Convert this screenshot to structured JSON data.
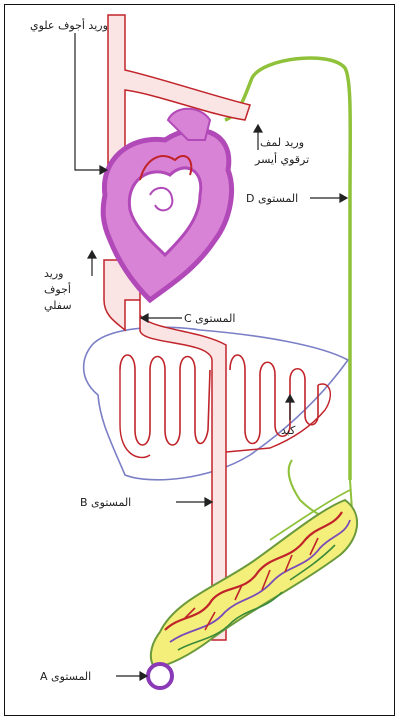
{
  "labels": {
    "svc": "وريد أجوف علوي",
    "subclavian_1": "وريد لمف",
    "subclavian_2": "ترقوي أيسر",
    "level_d": "المستوى D",
    "ivc_1": "وريد",
    "ivc_2": "أجوف",
    "ivc_3": "سفلي",
    "level_c": "المستوى C",
    "liver": "كبد",
    "level_b": "المستوى B",
    "level_a": "المستوى A"
  },
  "colors": {
    "frame": "#111111",
    "vein": "#c0242a",
    "vein_fill": "#fbe4e4",
    "lymph": "#8fc23a",
    "heart_outer": "#b14ab8",
    "heart_inner": "#d983d6",
    "liver_outline": "#7a7fc6",
    "intestine_fill": "#f3ef7a",
    "intestine_edge": "#6b9a3a",
    "annotation": "#222222"
  },
  "icons": [
    "arrow-icon"
  ]
}
